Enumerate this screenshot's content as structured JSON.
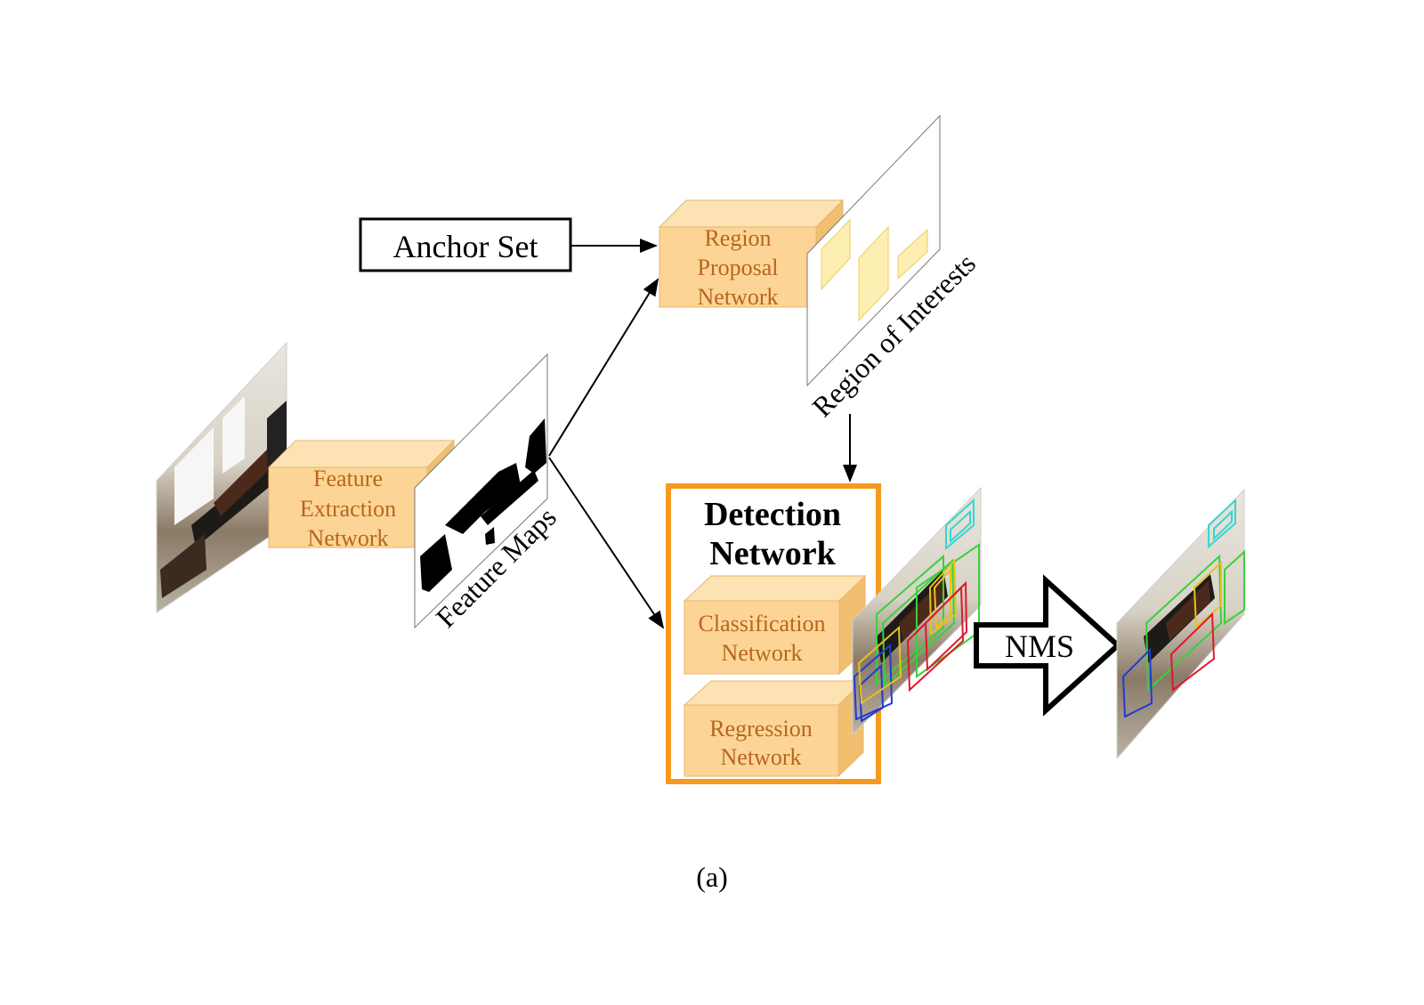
{
  "diagram": {
    "anchor_set": "Anchor Set",
    "feature_extraction": [
      "Feature",
      "Extraction",
      "Network"
    ],
    "feature_maps": "Feature Maps",
    "region_proposal": [
      "Region",
      "Proposal",
      "Network"
    ],
    "region_of_interests": "Region of Interests",
    "detection_network": [
      "Detection",
      "Network"
    ],
    "classification_network": [
      "Classification",
      "Network"
    ],
    "regression_network": [
      "Regression",
      "Network"
    ],
    "nms": "NMS",
    "caption": "(a)"
  },
  "colors": {
    "box_front": "#fcd596",
    "box_top": "#fde3b4",
    "box_side": "#f0c070",
    "box_text": "#b8651e",
    "detection_border": "#f59a1e",
    "roi_region": "#fdeeb2",
    "bbox_green": "#3ad13a",
    "bbox_red": "#e0182c",
    "bbox_blue": "#1f3ad8",
    "bbox_yellow": "#e8c21a",
    "bbox_cyan": "#36d6d0"
  },
  "icons": [
    "input-image",
    "feature-map-image",
    "roi-map",
    "detection-image",
    "nms-arrow",
    "output-image"
  ]
}
